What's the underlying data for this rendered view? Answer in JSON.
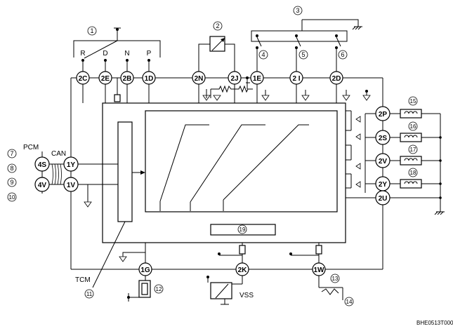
{
  "labels": {
    "pcm": "PCM",
    "can": "CAN",
    "tcm": "TCM",
    "vss": "VSS",
    "code": "BHE0513T000"
  },
  "range_positions": [
    "R",
    "D",
    "N",
    "P"
  ],
  "pins": {
    "p_2C": "2C",
    "p_2E": "2E",
    "p_2B": "2B",
    "p_1D": "1D",
    "p_2N": "2N",
    "p_2J": "2J",
    "p_1E": "1E",
    "p_2I": "2 I",
    "p_2D": "2D",
    "p_2P": "2P",
    "p_2S": "2S",
    "p_2V": "2V",
    "p_2Y": "2Y",
    "p_2U": "2U",
    "p_4S": "4S",
    "p_4V": "4V",
    "p_1Y": "1Y",
    "p_1V": "1V",
    "p_1G": "1G",
    "p_2K": "2K",
    "p_1W": "1W"
  },
  "callouts": {
    "c1": "1",
    "c2": "2",
    "c3": "3",
    "c4": "4",
    "c5": "5",
    "c6": "6",
    "c7": "7",
    "c8": "8",
    "c9": "9",
    "c10": "10",
    "c11": "11",
    "c12": "12",
    "c13": "13",
    "c14": "14",
    "c15": "15",
    "c16": "16",
    "c17": "17",
    "c18": "18",
    "c19": "19"
  }
}
